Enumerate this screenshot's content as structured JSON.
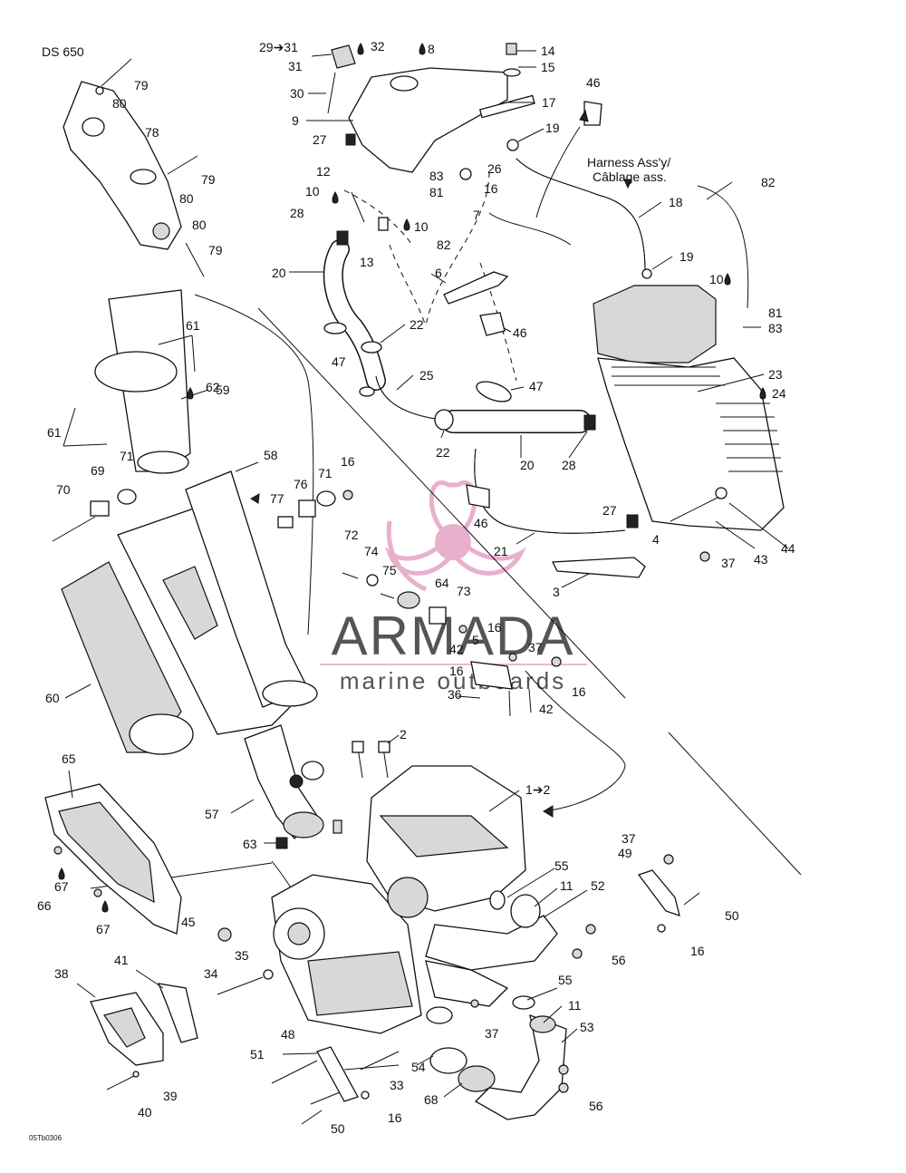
{
  "model": "DS 650",
  "code": "05Tb0306",
  "harness_line1": "Harness Ass'y/",
  "harness_line2": "Câblage ass.",
  "watermark": {
    "brand": "ARMADA",
    "tag": "marine outboards",
    "color": "#e6a3c6"
  },
  "callouts": {
    "c1": "29➔31",
    "c2": "31",
    "c3": "32",
    "c4": "8",
    "c5": "14",
    "c6": "15",
    "c7": "46",
    "c8": "30",
    "c9": "17",
    "c10": "9",
    "c11": "19",
    "c12": "27",
    "c13": "83",
    "c14": "26",
    "c15": "12",
    "c16": "81",
    "c17": "16",
    "c18": "10",
    "c19": "7",
    "c20": "18",
    "c21": "82",
    "c22": "28",
    "c23": "10",
    "c24": "13",
    "c25": "82",
    "c26": "20",
    "c27": "6",
    "c28": "19",
    "c29": "10",
    "c30": "81",
    "c31": "83",
    "c32": "22",
    "c33": "46",
    "c34": "47",
    "c35": "25",
    "c36": "23",
    "c37": "24",
    "c38": "47",
    "c39": "22",
    "c40": "20",
    "c41": "28",
    "c42": "79",
    "c43": "80",
    "c44": "78",
    "c45": "79",
    "c46": "80",
    "c47": "80",
    "c48": "79",
    "c49": "61",
    "c50": "62",
    "c51": "59",
    "c52": "61",
    "c53": "69",
    "c54": "71",
    "c55": "70",
    "c56": "58",
    "c57": "77",
    "c58": "76",
    "c59": "71",
    "c60": "16",
    "c61": "46",
    "c62": "21",
    "c63": "27",
    "c64": "4",
    "c65": "43",
    "c66": "44",
    "c67": "37",
    "c68": "3",
    "c69": "72",
    "c70": "74",
    "c71": "75",
    "c72": "64",
    "c73": "73",
    "c74": "16",
    "c75": "60",
    "c76": "5",
    "c77": "42",
    "c78": "37",
    "c79": "16",
    "c80": "36",
    "c81": "16",
    "c82": "42",
    "c83": "2",
    "c84": "1➔2",
    "c85": "65",
    "c86": "57",
    "c87": "63",
    "c88": "67",
    "c89": "66",
    "c90": "67",
    "c91": "45",
    "c92": "37",
    "c93": "49",
    "c94": "55",
    "c95": "11",
    "c96": "52",
    "c97": "50",
    "c98": "16",
    "c99": "56",
    "c100": "35",
    "c101": "34",
    "c102": "41",
    "c103": "38",
    "c104": "55",
    "c105": "11",
    "c106": "53",
    "c107": "37",
    "c108": "48",
    "c109": "51",
    "c110": "54",
    "c111": "33",
    "c112": "39",
    "c113": "40",
    "c114": "68",
    "c115": "56",
    "c116": "16",
    "c117": "50"
  }
}
